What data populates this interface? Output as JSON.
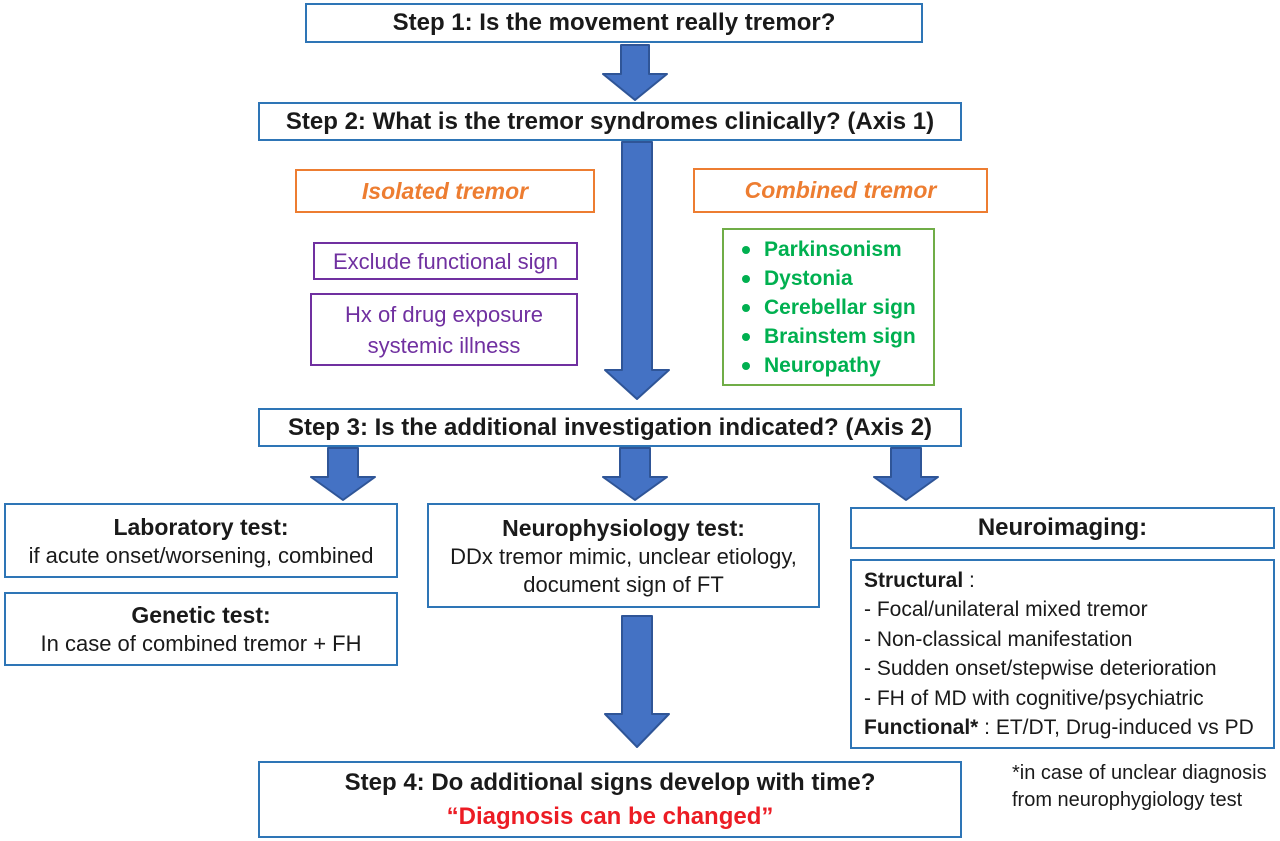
{
  "palette": {
    "box_border_blue": "#2E75B6",
    "arrow_fill": "#4472C4",
    "arrow_stroke": "#2F5597",
    "orange": "#ED7D31",
    "purple": "#7030A0",
    "green_border": "#70AD47",
    "green_text": "#00B050",
    "red": "#EC1C24",
    "ink": "#1A1A1A"
  },
  "steps": {
    "step1": "Step 1: Is the movement really tremor?",
    "step2": "Step 2: What is the tremor syndromes clinically? (Axis 1)",
    "step3": "Step 3: Is the additional investigation indicated? (Axis 2)",
    "step4_line1": "Step 4: Do additional signs develop with time?",
    "step4_line2": "“Diagnosis can be changed”"
  },
  "axis1": {
    "isolated": {
      "title": "Isolated tremor",
      "note1": "Exclude functional sign",
      "note2_line1": "Hx of drug exposure",
      "note2_line2": "systemic illness"
    },
    "combined": {
      "title": "Combined tremor",
      "signs": [
        "Parkinsonism",
        "Dystonia",
        "Cerebellar sign",
        "Brainstem sign",
        "Neuropathy"
      ]
    }
  },
  "axis2": {
    "laboratory": {
      "title": "Laboratory test:",
      "body": "if acute onset/worsening, combined"
    },
    "genetic": {
      "title": "Genetic test:",
      "body": "In case of combined tremor + FH"
    },
    "neurophysiology": {
      "title": "Neurophysiology test:",
      "body_line1": "DDx tremor mimic, unclear etiology,",
      "body_line2": "document sign of FT"
    },
    "neuroimaging": {
      "title": "Neuroimaging:",
      "structural_bold": "Structural",
      "structural_rest": " :",
      "items": [
        "- Focal/unilateral mixed tremor",
        "- Non-classical manifestation",
        "- Sudden onset/stepwise deterioration",
        "- FH of MD with cognitive/psychiatric"
      ],
      "functional_bold": "Functional*",
      "functional_rest": " : ET/DT, Drug-induced vs PD"
    }
  },
  "footnote": {
    "line1": "*in case of unclear diagnosis",
    "line2": "from neurophygiology test"
  }
}
